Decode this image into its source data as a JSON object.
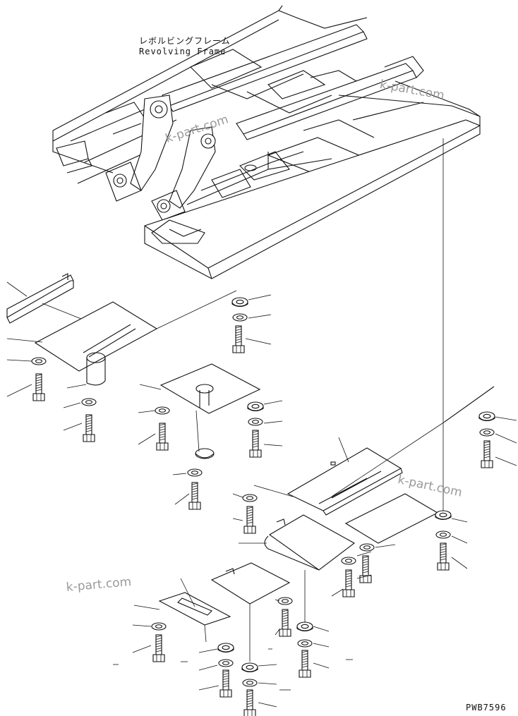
{
  "title_jp": "レボルビングフレーム",
  "title_en": "Revolving Frame",
  "figure_code": "PWB7596",
  "watermark": "k-part.com"
}
